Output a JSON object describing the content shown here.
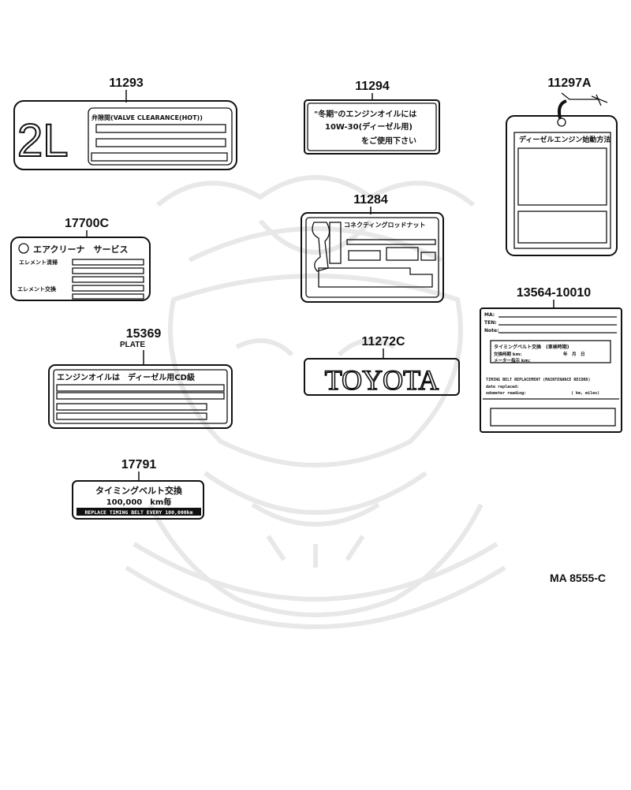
{
  "labels": {
    "p11293": {
      "number": "11293",
      "text": "2L",
      "subtitle": "弁隙間(VALVE CLEARANCE(HOT))"
    },
    "p11294": {
      "number": "11294",
      "line1": "\"冬期\"のエンジンオイルには",
      "line2": "10W-30(ディーゼル用)",
      "line3": "をご使用下さい"
    },
    "p11297A": {
      "number": "11297A",
      "title": "ディーゼルエンジン始動方法"
    },
    "p17700C": {
      "number": "17700C",
      "title": "エアクリーナ　サービス",
      "row1": "エレメント清掃",
      "row2": "エレメント交換"
    },
    "p11284": {
      "number": "11284",
      "title": "コネクティングロッドナット"
    },
    "p13564": {
      "number": "13564-10010",
      "r1": "MA:",
      "r2": "TEN:",
      "r3": "Note:",
      "band": "タイミングベルト交換　(車検時期)",
      "sub1": "交換時期 km:",
      "sub2": "メーター指示 km:",
      "nums": "年　月　日",
      "en1": "TIMING BELT REPLACEMENT (MAINTENANCE RECORD)",
      "en2": "date replaced:",
      "en3": "odometer reading:",
      "en4": "( km, miles)"
    },
    "p15369": {
      "number": "15369",
      "sub": "PLATE",
      "title": "エンジンオイルは　ディーゼル用CD級"
    },
    "p11272C": {
      "number": "11272C",
      "text": "TOYOTA"
    },
    "p17791": {
      "number": "17791",
      "line1": "タイミングベルト交換",
      "line2": "100,000　km毎",
      "line3": "REPLACE TIMING BELT EVERY 100,000km"
    }
  },
  "ref_code": "MA 8555-C"
}
